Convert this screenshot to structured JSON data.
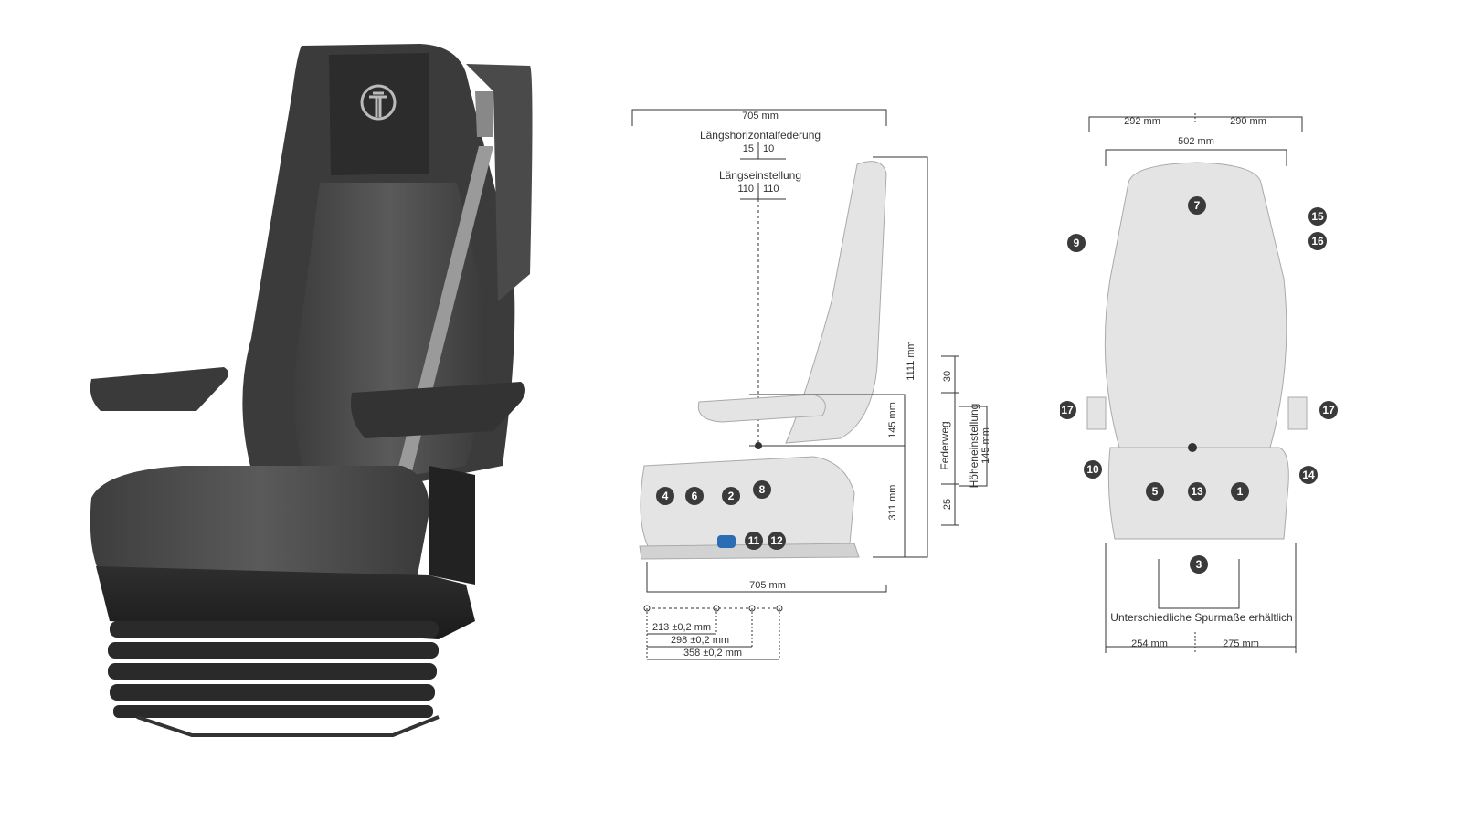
{
  "photo": {},
  "side_view": {
    "width_top": "705 mm",
    "fore_aft_isolator": "Längshorizontalfederung",
    "fore_aft_isolator_back": "15",
    "fore_aft_isolator_fwd": "10",
    "fore_aft_adjust": "Längseinstellung",
    "fore_aft_adjust_back": "110",
    "fore_aft_adjust_fwd": "110",
    "overall_height": "1111 mm",
    "armrest_height": "145 mm",
    "seat_height": "311 mm",
    "suspension_travel": "Federweg",
    "height_adjust": "Höheneinstellung",
    "height_adjust_value": "145 mm",
    "suspension_top": "30",
    "suspension_bottom": "25",
    "width_bottom": "705 mm",
    "mount_1": "213 ±0,2 mm",
    "mount_2": "298 ±0,2 mm",
    "mount_3": "358 ±0,2 mm",
    "badges": [
      "4",
      "6",
      "2",
      "8",
      "11",
      "12"
    ]
  },
  "front_view": {
    "half_left": "292 mm",
    "half_right": "290 mm",
    "total_width": "502 mm",
    "track_note": "Unterschiedliche Spurmaße erhältlich",
    "track_left": "254 mm",
    "track_right": "275 mm",
    "badges": [
      "7",
      "9",
      "15",
      "16",
      "17",
      "17",
      "10",
      "14",
      "5",
      "13",
      "1",
      "3"
    ]
  },
  "colors": {
    "badge": "#3a3a3a",
    "line": "#333333",
    "blue_icon": "#2a6db5"
  }
}
